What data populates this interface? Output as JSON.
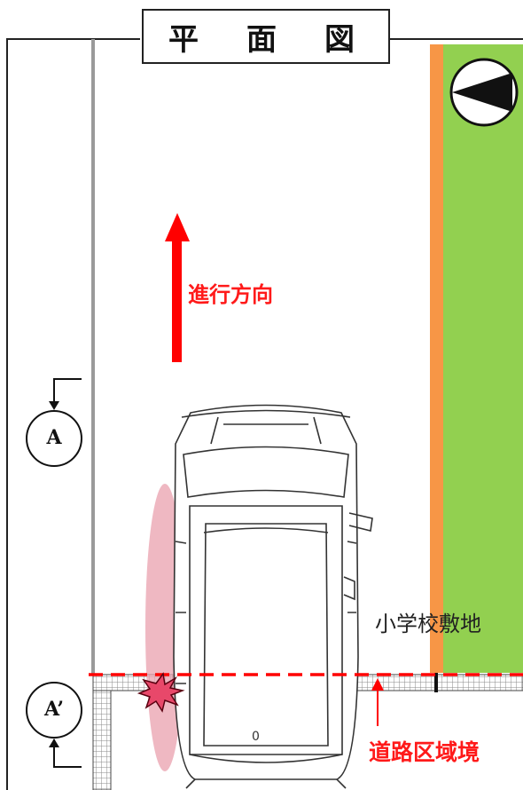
{
  "title": "平　面　図",
  "labels": {
    "direction": "進行方向",
    "school_site": "小学校敷地",
    "road_boundary": "道路区域境"
  },
  "section_markers": {
    "a": "A",
    "a_prime": "A’"
  },
  "colors": {
    "school_green": "#92d050",
    "fence_orange": "#f79646",
    "arrow_red": "#ff0000",
    "impact_pink": "#e9a0ad",
    "label_red": "#ff1a1a"
  }
}
